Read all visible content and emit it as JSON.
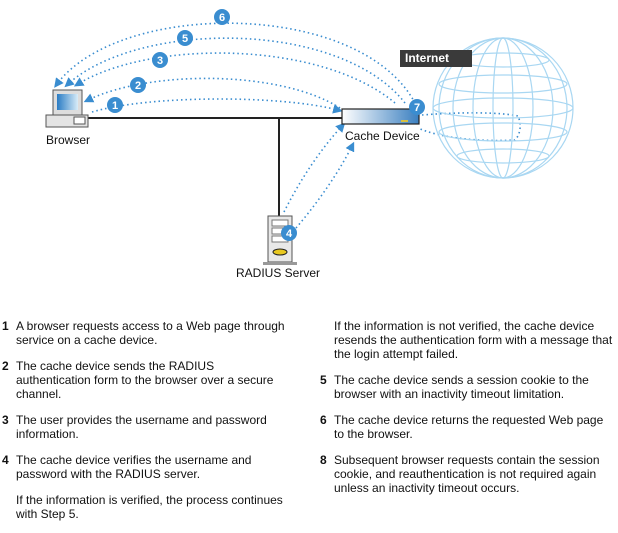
{
  "diagram": {
    "labels": {
      "browser": "Browser",
      "cache_device": "Cache Device",
      "radius_server": "RADIUS Server",
      "internet": "Internet"
    },
    "badges": [
      "1",
      "2",
      "3",
      "4",
      "5",
      "6",
      "7"
    ],
    "colors": {
      "accent": "#3a8dd0",
      "globe": "#a9d7f2",
      "line": "#222222"
    }
  },
  "steps_left": [
    {
      "num": "1",
      "text": "A browser requests access to a Web page through service on a cache device."
    },
    {
      "num": "2",
      "text": "The cache device sends the RADIUS authentication form to the browser over a secure channel."
    },
    {
      "num": "3",
      "text": "The user provides the username and password information."
    },
    {
      "num": "4",
      "text": "The cache device verifies the username and password with the RADIUS server."
    }
  ],
  "note_left": "If the information is verified, the process continues with Step 5.",
  "note_right": "If the information is not verified, the cache device resends the authentication form with a message that the login attempt failed.",
  "steps_right": [
    {
      "num": "5",
      "text": "The cache device sends a session cookie to the browser with an inactivity timeout limitation."
    },
    {
      "num": "6",
      "text": "The cache device returns the requested Web page to the browser."
    },
    {
      "num": "8",
      "text": "Subsequent browser requests contain the session cookie, and reauthentication is not required again unless an inactivity timeout occurs."
    }
  ]
}
